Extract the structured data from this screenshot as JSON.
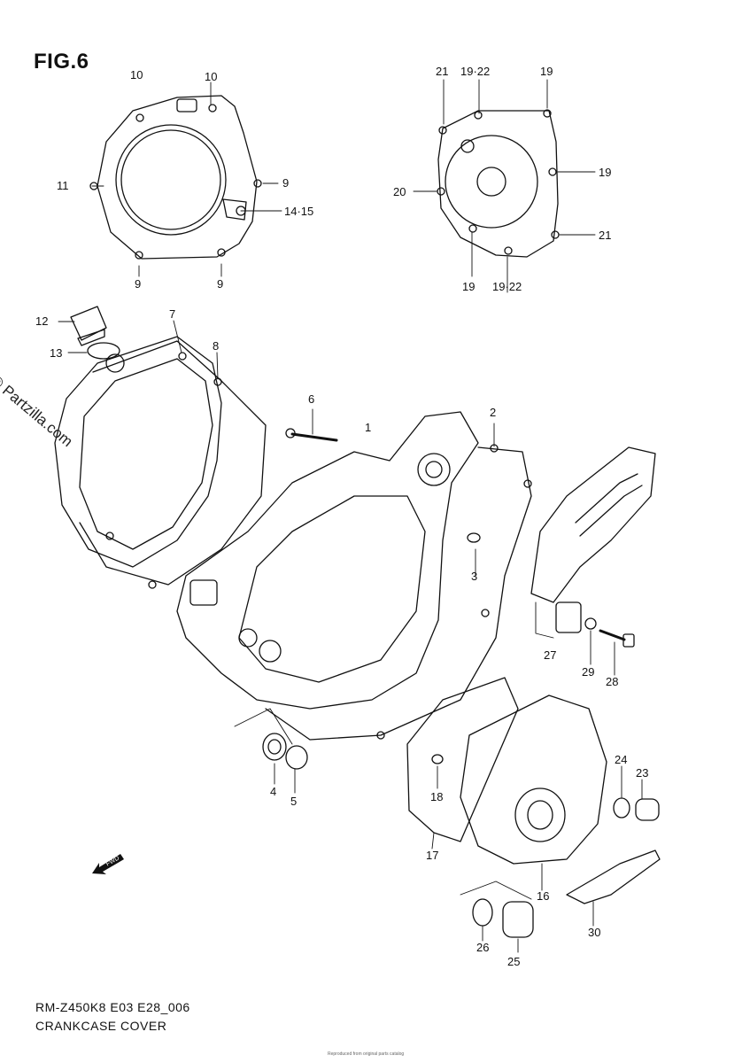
{
  "figure": "FIG.6",
  "watermark": "© Partzilla.com",
  "footer": {
    "model_code": "RM-Z450K8 E03 E28_006",
    "title": "CRANKCASE COVER",
    "fine_print": "Reproduced from original parts catalog"
  },
  "fwd_label": "FWD",
  "callouts": [
    {
      "id": "c10a",
      "text": "10"
    },
    {
      "id": "c10b",
      "text": "10"
    },
    {
      "id": "c11",
      "text": "11"
    },
    {
      "id": "c9a",
      "text": "9"
    },
    {
      "id": "c14_15",
      "text": "14·15"
    },
    {
      "id": "c9b",
      "text": "9"
    },
    {
      "id": "c9c",
      "text": "9"
    },
    {
      "id": "c21a",
      "text": "21"
    },
    {
      "id": "c19_22a",
      "text": "19·22"
    },
    {
      "id": "c19a",
      "text": "19"
    },
    {
      "id": "c19b",
      "text": "19"
    },
    {
      "id": "c20",
      "text": "20"
    },
    {
      "id": "c21b",
      "text": "21"
    },
    {
      "id": "c19c",
      "text": "19"
    },
    {
      "id": "c19_22b",
      "text": "19·22"
    },
    {
      "id": "c12",
      "text": "12"
    },
    {
      "id": "c7",
      "text": "7"
    },
    {
      "id": "c13",
      "text": "13"
    },
    {
      "id": "c8",
      "text": "8"
    },
    {
      "id": "c6",
      "text": "6"
    },
    {
      "id": "c1",
      "text": "1"
    },
    {
      "id": "c2",
      "text": "2"
    },
    {
      "id": "c3",
      "text": "3"
    },
    {
      "id": "c27",
      "text": "27"
    },
    {
      "id": "c29",
      "text": "29"
    },
    {
      "id": "c28",
      "text": "28"
    },
    {
      "id": "c4",
      "text": "4"
    },
    {
      "id": "c5",
      "text": "5"
    },
    {
      "id": "c24",
      "text": "24"
    },
    {
      "id": "c23",
      "text": "23"
    },
    {
      "id": "c18",
      "text": "18"
    },
    {
      "id": "c17",
      "text": "17"
    },
    {
      "id": "c16",
      "text": "16"
    },
    {
      "id": "c26",
      "text": "26"
    },
    {
      "id": "c25",
      "text": "25"
    },
    {
      "id": "c30",
      "text": "30"
    }
  ]
}
